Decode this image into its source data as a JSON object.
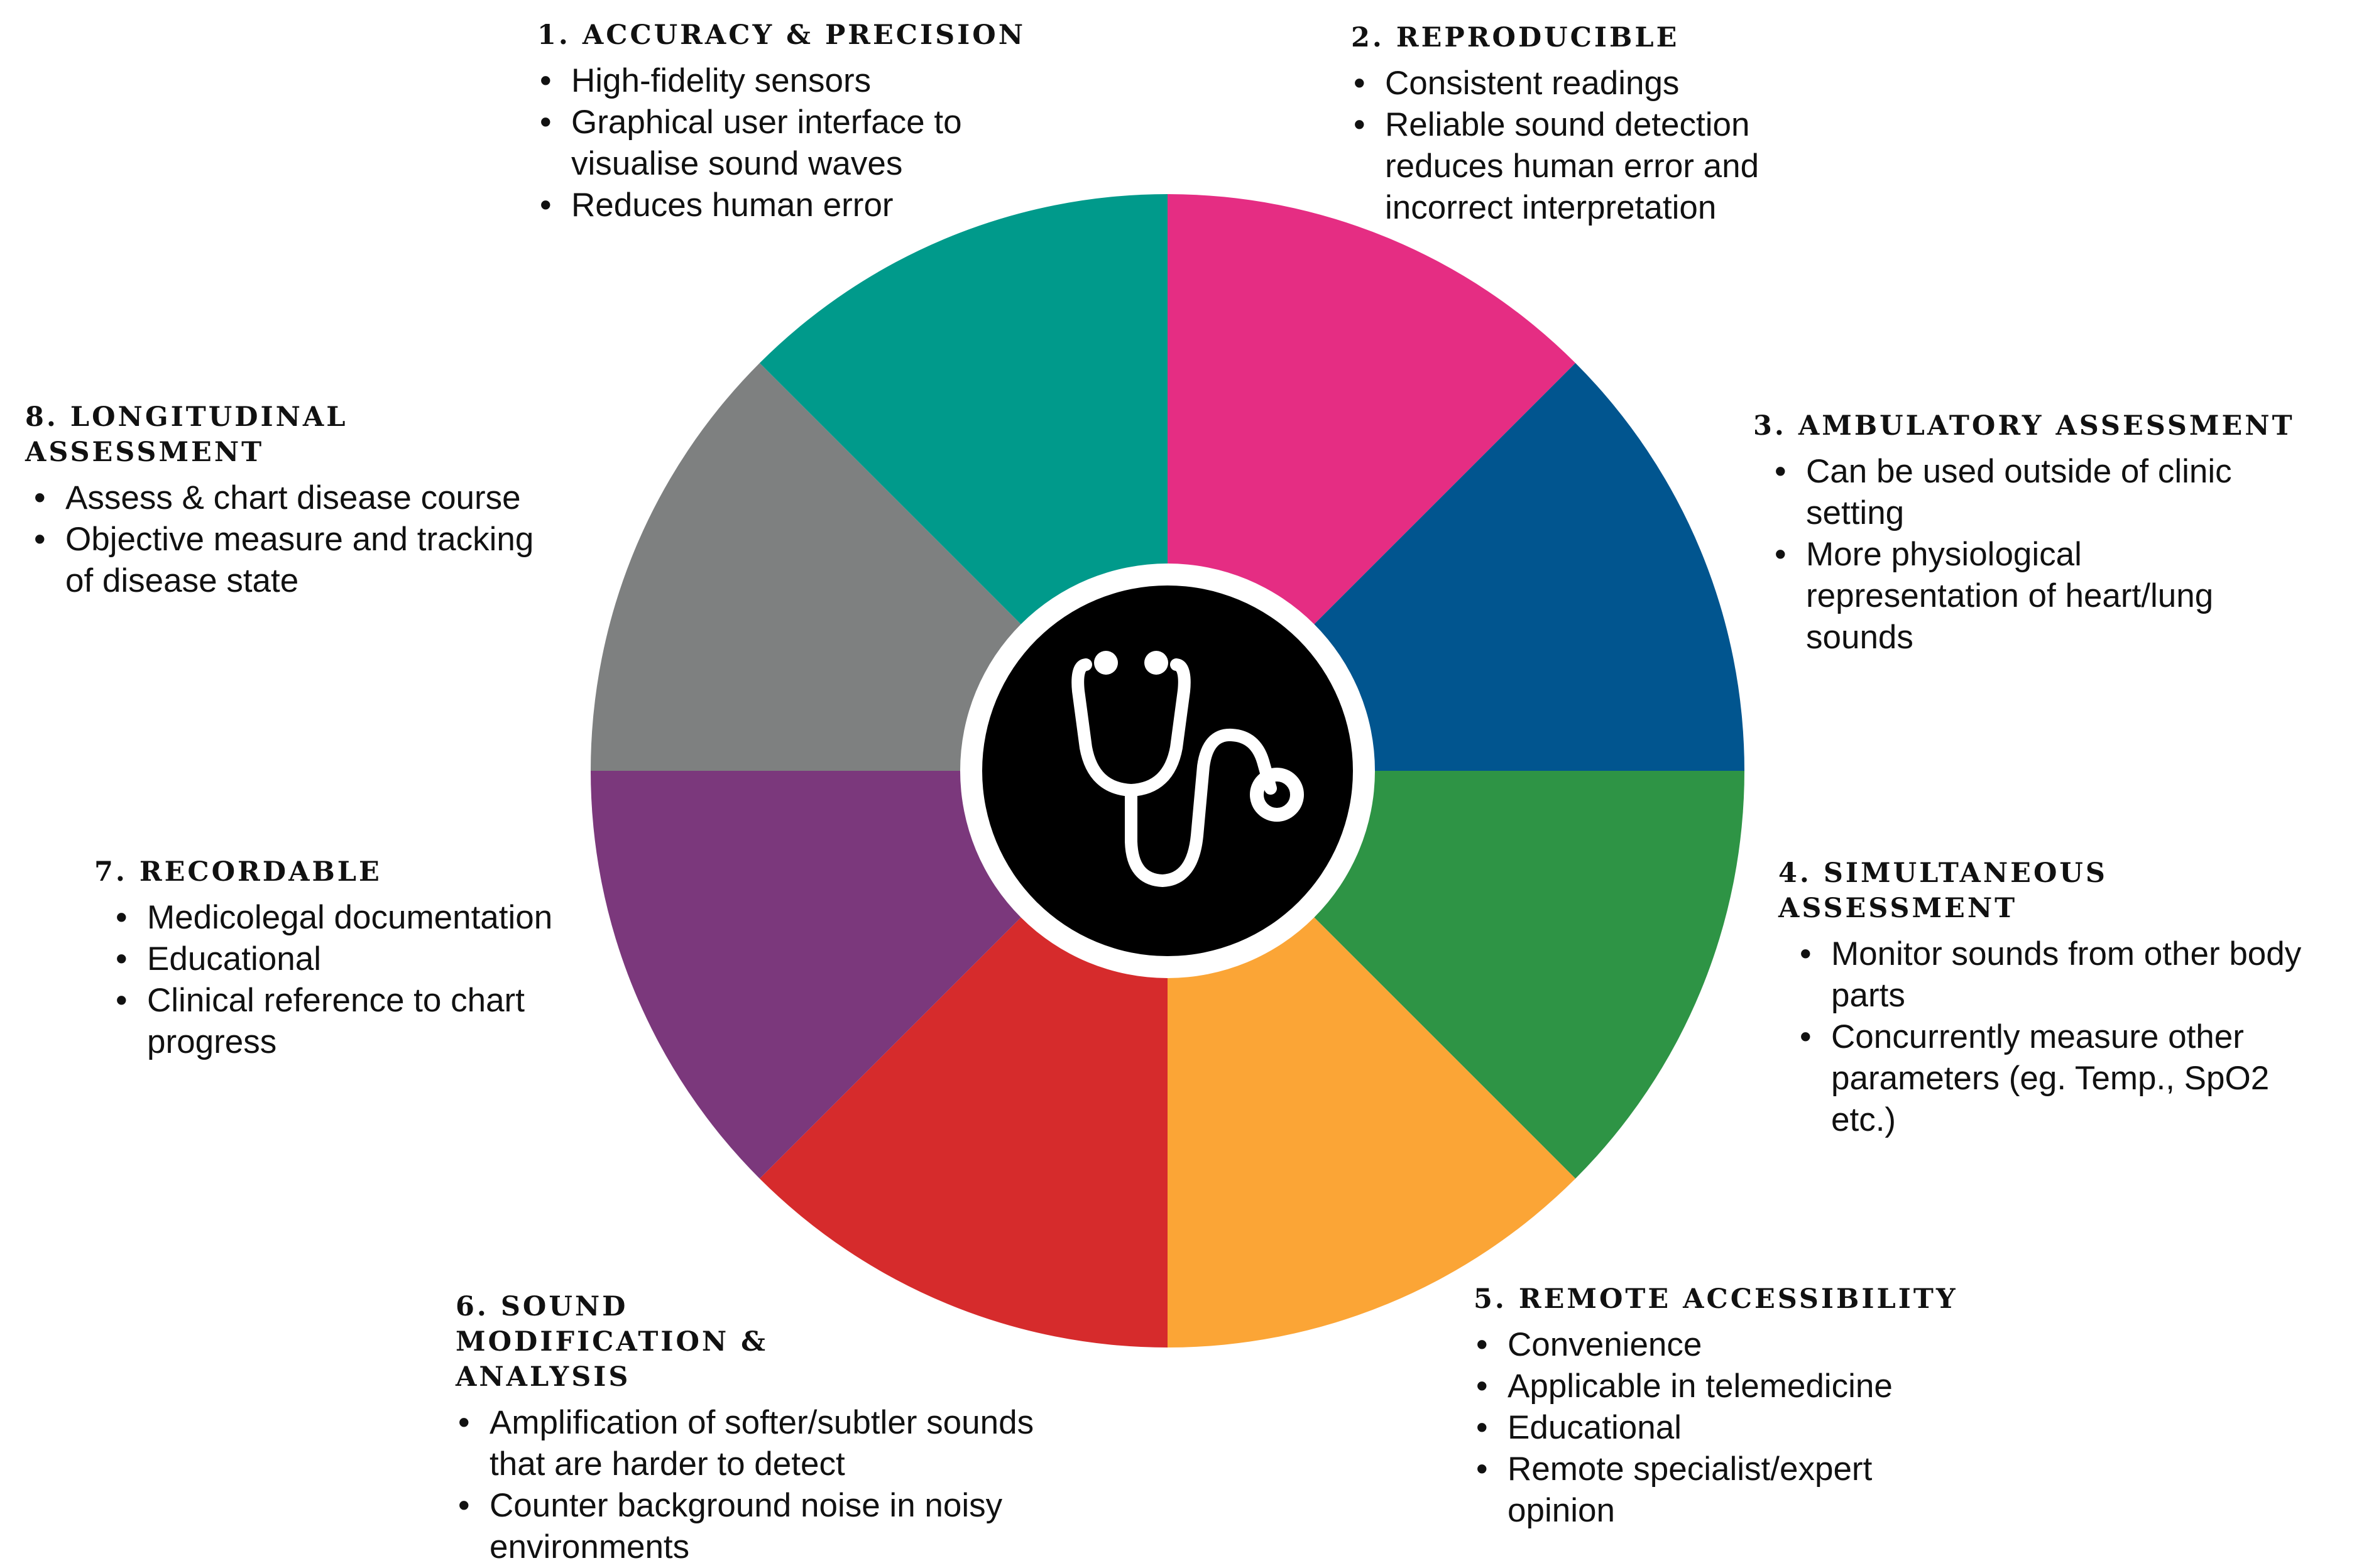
{
  "segments": [
    {
      "id": 1,
      "color": "#e52d83"
    },
    {
      "id": 2,
      "color": "#01558f"
    },
    {
      "id": 3,
      "color": "#2e9445"
    },
    {
      "id": 4,
      "color": "#fba536"
    },
    {
      "id": 5,
      "color": "#d62b2c"
    },
    {
      "id": 6,
      "color": "#7b387c"
    },
    {
      "id": 7,
      "color": "#7e8080"
    },
    {
      "id": 8,
      "color": "#009a8b"
    }
  ],
  "center_icon": {
    "name": "stethoscope-icon",
    "background": "#000000",
    "ring": "#ffffff"
  },
  "sections": {
    "accuracy": {
      "title": "1. Accuracy & Precision",
      "items": [
        "High-fidelity sensors",
        "Graphical user interface to visualise sound waves",
        "Reduces human error"
      ]
    },
    "reproducible": {
      "title": "2. Reproducible",
      "items": [
        "Consistent readings",
        "Reliable sound detection reduces human error and incorrect interpretation"
      ]
    },
    "ambulatory": {
      "title": "3. Ambulatory Assessment",
      "items": [
        "Can be used outside of clinic setting",
        "More physiological representation of heart/lung sounds"
      ]
    },
    "simultaneous": {
      "title": "4. Simultaneous Assessment",
      "items": [
        "Monitor sounds from other body parts",
        "Concurrently measure other parameters (eg. Temp., SpO2 etc.)"
      ]
    },
    "remote": {
      "title": "5. Remote Accessibility",
      "items": [
        "Convenience",
        "Applicable in telemedicine",
        "Educational",
        "Remote specialist/expert opinion"
      ]
    },
    "sound": {
      "title": "6. Sound Modification & Analysis",
      "items": [
        "Amplification of softer/subtler sounds that are harder to detect",
        "Counter background noise in noisy environments"
      ]
    },
    "recordable": {
      "title": "7. Recordable",
      "items": [
        "Medicolegal documentation",
        "Educational",
        "Clinical reference to chart progress"
      ]
    },
    "longitudinal": {
      "title": "8. Longitudinal Assessment",
      "items": [
        "Assess & chart disease course",
        "Objective measure and tracking of disease state"
      ]
    }
  }
}
